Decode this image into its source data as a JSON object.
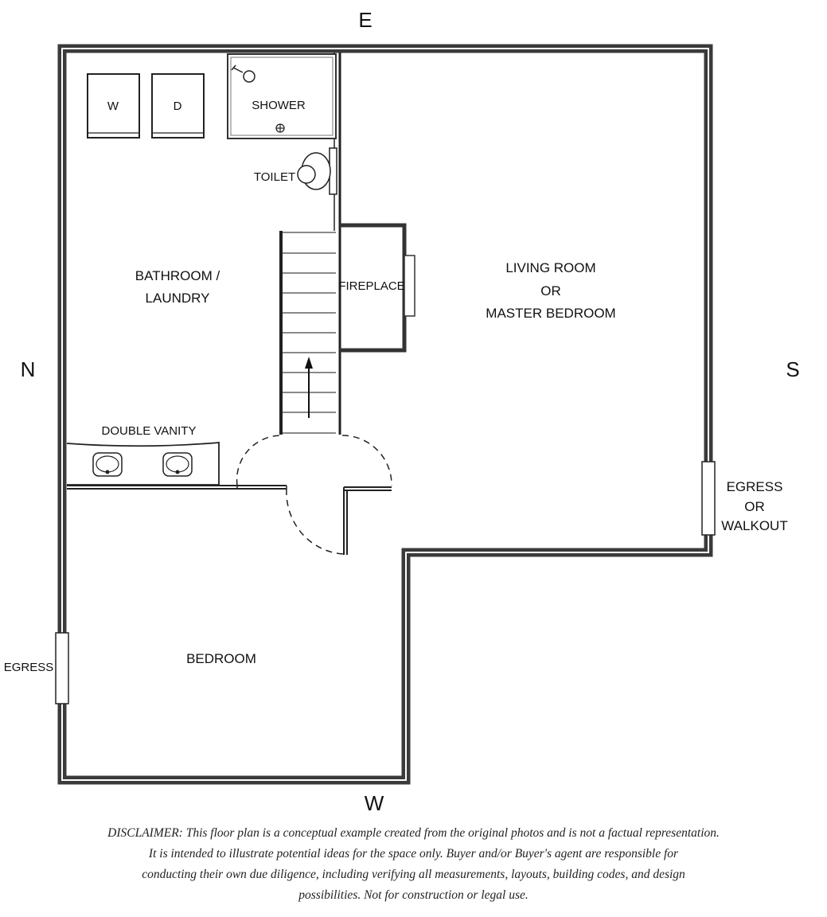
{
  "compass": {
    "north": "N",
    "south": "S",
    "east": "E",
    "west": "W"
  },
  "rooms": {
    "washer": "W",
    "dryer": "D",
    "shower": "SHOWER",
    "toilet": "TOILET",
    "bathroom_line1": "BATHROOM /",
    "bathroom_line2": "LAUNDRY",
    "fireplace": "FIREPLACE",
    "living_line1": "LIVING ROOM",
    "living_line2": "OR",
    "living_line3": "MASTER BEDROOM",
    "double_vanity": "DOUBLE VANITY",
    "bedroom": "BEDROOM",
    "egress_west": "EGRESS",
    "egress_south_line1": "EGRESS",
    "egress_south_line2": "OR",
    "egress_south_line3": "WALKOUT"
  },
  "disclaimer": {
    "line1": "DISCLAIMER: This floor plan is a conceptual example created from the original photos and is not a factual representation.",
    "line2": "It is intended to illustrate potential ideas for the space only. Buyer and/or Buyer's agent are responsible for",
    "line3": "conducting their own due diligence, including verifying all measurements, layouts, building codes, and design",
    "line4": "possibilities. Not for construction or legal use."
  }
}
